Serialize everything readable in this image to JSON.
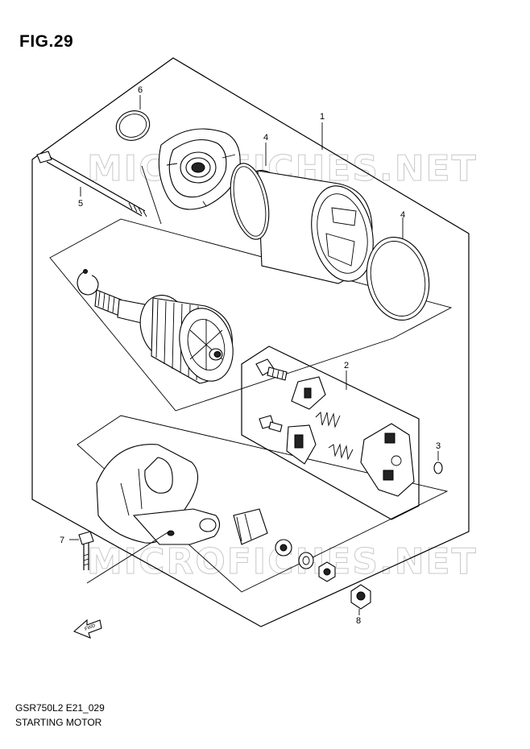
{
  "figure": {
    "title": "FIG.29",
    "code": "GSR750L2 E21_029",
    "name": "STARTING MOTOR"
  },
  "watermark": "MICROFICHES.NET",
  "callouts": [
    "1",
    "2",
    "3",
    "4",
    "4",
    "5",
    "6",
    "7",
    "8"
  ],
  "fwd_label": "FWD",
  "colors": {
    "line": "#000000",
    "watermark": "#9c9c9c"
  }
}
